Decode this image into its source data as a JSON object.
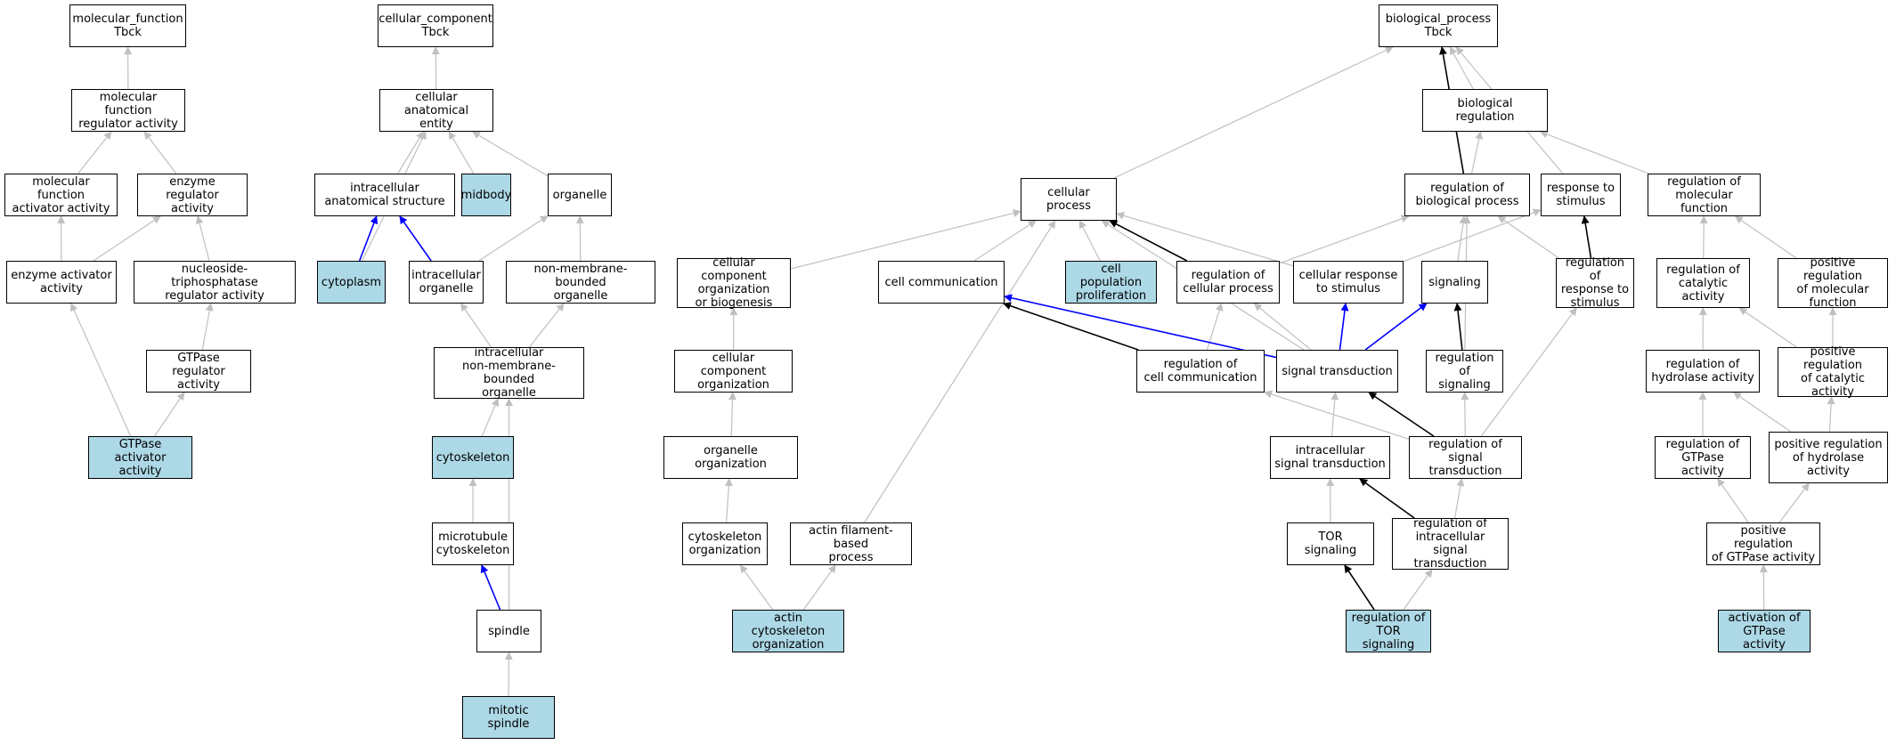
{
  "colors": {
    "highlight_fill": "#add8e6",
    "is_a_edge": "#c0c0c0",
    "regulates_edge": "#000000",
    "part_of_edge": "#0000ff"
  },
  "nodes": [
    {
      "id": "mf_root",
      "label": "molecular_function\nTbck",
      "highlighted": false
    },
    {
      "id": "mfra",
      "label": "molecular function\nregulator activity",
      "highlighted": false
    },
    {
      "id": "mfaa",
      "label": "molecular function\nactivator activity",
      "highlighted": false
    },
    {
      "id": "era",
      "label": "enzyme regulator\nactivity",
      "highlighted": false
    },
    {
      "id": "eaa",
      "label": "enzyme activator\nactivity",
      "highlighted": false
    },
    {
      "id": "ntpra",
      "label": "nucleoside-triphosphatase\nregulator activity",
      "highlighted": false
    },
    {
      "id": "gtpra",
      "label": "GTPase regulator\nactivity",
      "highlighted": false
    },
    {
      "id": "gtpaa",
      "label": "GTPase activator\nactivity",
      "highlighted": true
    },
    {
      "id": "cc_root",
      "label": "cellular_component\nTbck",
      "highlighted": false
    },
    {
      "id": "cae",
      "label": "cellular anatomical\nentity",
      "highlighted": false
    },
    {
      "id": "ias",
      "label": "intracellular\nanatomical structure",
      "highlighted": false
    },
    {
      "id": "midbody",
      "label": "midbody",
      "highlighted": true
    },
    {
      "id": "organelle",
      "label": "organelle",
      "highlighted": false
    },
    {
      "id": "cytoplasm",
      "label": "cytoplasm",
      "highlighted": true
    },
    {
      "id": "io",
      "label": "intracellular\norganelle",
      "highlighted": false
    },
    {
      "id": "nmbo",
      "label": "non-membrane-bounded\norganelle",
      "highlighted": false
    },
    {
      "id": "inmbo",
      "label": "intracellular\nnon-membrane-bounded\norganelle",
      "highlighted": false
    },
    {
      "id": "cytoskeleton",
      "label": "cytoskeleton",
      "highlighted": true
    },
    {
      "id": "mtcs",
      "label": "microtubule\ncytoskeleton",
      "highlighted": false
    },
    {
      "id": "spindle",
      "label": "spindle",
      "highlighted": false
    },
    {
      "id": "mspindle",
      "label": "mitotic spindle",
      "highlighted": true
    },
    {
      "id": "bp_root",
      "label": "biological_process\nTbck",
      "highlighted": false
    },
    {
      "id": "breg",
      "label": "biological regulation",
      "highlighted": false
    },
    {
      "id": "cp",
      "label": "cellular process",
      "highlighted": false
    },
    {
      "id": "rbp",
      "label": "regulation of\nbiological process",
      "highlighted": false
    },
    {
      "id": "rts",
      "label": "response to\nstimulus",
      "highlighted": false
    },
    {
      "id": "rmf",
      "label": "regulation of\nmolecular function",
      "highlighted": false
    },
    {
      "id": "ccob",
      "label": "cellular component\norganization\nor biogenesis",
      "highlighted": false
    },
    {
      "id": "cc",
      "label": "cell communication",
      "highlighted": false
    },
    {
      "id": "cpp",
      "label": "cell population\nproliferation",
      "highlighted": true
    },
    {
      "id": "rcp",
      "label": "regulation of\ncellular process",
      "highlighted": false
    },
    {
      "id": "crs",
      "label": "cellular response\nto stimulus",
      "highlighted": false
    },
    {
      "id": "signaling",
      "label": "signaling",
      "highlighted": false
    },
    {
      "id": "rrs",
      "label": "regulation of\nresponse to\nstimulus",
      "highlighted": false
    },
    {
      "id": "rca",
      "label": "regulation of\ncatalytic activity",
      "highlighted": false
    },
    {
      "id": "prmf",
      "label": "positive regulation\nof molecular\nfunction",
      "highlighted": false
    },
    {
      "id": "cco",
      "label": "cellular component\norganization",
      "highlighted": false
    },
    {
      "id": "rcc",
      "label": "regulation of\ncell communication",
      "highlighted": false
    },
    {
      "id": "st",
      "label": "signal transduction",
      "highlighted": false
    },
    {
      "id": "rsig",
      "label": "regulation of\nsignaling",
      "highlighted": false
    },
    {
      "id": "rha",
      "label": "regulation of\nhydrolase activity",
      "highlighted": false
    },
    {
      "id": "prca",
      "label": "positive regulation\nof catalytic\nactivity",
      "highlighted": false
    },
    {
      "id": "oo",
      "label": "organelle organization",
      "highlighted": false
    },
    {
      "id": "ist",
      "label": "intracellular\nsignal transduction",
      "highlighted": false
    },
    {
      "id": "rst",
      "label": "regulation of\nsignal transduction",
      "highlighted": false
    },
    {
      "id": "rgtpa",
      "label": "regulation of\nGTPase activity",
      "highlighted": false
    },
    {
      "id": "prha",
      "label": "positive regulation\nof hydrolase\nactivity",
      "highlighted": false
    },
    {
      "id": "cso",
      "label": "cytoskeleton\norganization",
      "highlighted": false
    },
    {
      "id": "afbp",
      "label": "actin filament-based\nprocess",
      "highlighted": false
    },
    {
      "id": "tor",
      "label": "TOR signaling",
      "highlighted": false
    },
    {
      "id": "rist",
      "label": "regulation of\nintracellular\nsignal transduction",
      "highlighted": false
    },
    {
      "id": "prgtpa",
      "label": "positive regulation\nof GTPase activity",
      "highlighted": false
    },
    {
      "id": "acso",
      "label": "actin cytoskeleton\norganization",
      "highlighted": true
    },
    {
      "id": "rtor",
      "label": "regulation of\nTOR signaling",
      "highlighted": true
    },
    {
      "id": "agtpa",
      "label": "activation of\nGTPase activity",
      "highlighted": true
    }
  ],
  "edges": [
    {
      "from": "mfra",
      "to": "mf_root",
      "type": "is_a"
    },
    {
      "from": "mfaa",
      "to": "mfra",
      "type": "is_a"
    },
    {
      "from": "era",
      "to": "mfra",
      "type": "is_a"
    },
    {
      "from": "eaa",
      "to": "mfaa",
      "type": "is_a"
    },
    {
      "from": "eaa",
      "to": "era",
      "type": "is_a"
    },
    {
      "from": "ntpra",
      "to": "era",
      "type": "is_a"
    },
    {
      "from": "gtpra",
      "to": "ntpra",
      "type": "is_a"
    },
    {
      "from": "gtpaa",
      "to": "eaa",
      "type": "is_a"
    },
    {
      "from": "gtpaa",
      "to": "gtpra",
      "type": "is_a"
    },
    {
      "from": "cae",
      "to": "cc_root",
      "type": "is_a"
    },
    {
      "from": "ias",
      "to": "cae",
      "type": "is_a"
    },
    {
      "from": "midbody",
      "to": "cae",
      "type": "is_a"
    },
    {
      "from": "organelle",
      "to": "cae",
      "type": "is_a"
    },
    {
      "from": "cytoplasm",
      "to": "cae",
      "type": "is_a"
    },
    {
      "from": "cytoplasm",
      "to": "ias",
      "type": "part_of"
    },
    {
      "from": "io",
      "to": "ias",
      "type": "part_of"
    },
    {
      "from": "io",
      "to": "organelle",
      "type": "is_a"
    },
    {
      "from": "nmbo",
      "to": "organelle",
      "type": "is_a"
    },
    {
      "from": "inmbo",
      "to": "io",
      "type": "is_a"
    },
    {
      "from": "inmbo",
      "to": "nmbo",
      "type": "is_a"
    },
    {
      "from": "cytoskeleton",
      "to": "inmbo",
      "type": "is_a"
    },
    {
      "from": "mtcs",
      "to": "cytoskeleton",
      "type": "is_a"
    },
    {
      "from": "spindle",
      "to": "mtcs",
      "type": "part_of"
    },
    {
      "from": "spindle",
      "to": "inmbo",
      "type": "is_a"
    },
    {
      "from": "mspindle",
      "to": "spindle",
      "type": "is_a"
    },
    {
      "from": "cp",
      "to": "bp_root",
      "type": "is_a"
    },
    {
      "from": "breg",
      "to": "bp_root",
      "type": "is_a"
    },
    {
      "from": "rbp",
      "to": "bp_root",
      "type": "regulates"
    },
    {
      "from": "rts",
      "to": "bp_root",
      "type": "is_a"
    },
    {
      "from": "rbp",
      "to": "breg",
      "type": "is_a"
    },
    {
      "from": "rmf",
      "to": "breg",
      "type": "is_a"
    },
    {
      "from": "ccob",
      "to": "cp",
      "type": "is_a"
    },
    {
      "from": "cc",
      "to": "cp",
      "type": "is_a"
    },
    {
      "from": "cpp",
      "to": "cp",
      "type": "is_a"
    },
    {
      "from": "rcp",
      "to": "cp",
      "type": "regulates"
    },
    {
      "from": "crs",
      "to": "cp",
      "type": "is_a"
    },
    {
      "from": "st",
      "to": "cp",
      "type": "is_a"
    },
    {
      "from": "afbp",
      "to": "cp",
      "type": "is_a"
    },
    {
      "from": "rcp",
      "to": "rbp",
      "type": "is_a"
    },
    {
      "from": "rrs",
      "to": "rbp",
      "type": "is_a"
    },
    {
      "from": "signaling",
      "to": "rbp",
      "type": "is_a"
    },
    {
      "from": "rsig",
      "to": "rbp",
      "type": "is_a"
    },
    {
      "from": "crs",
      "to": "rts",
      "type": "is_a"
    },
    {
      "from": "rrs",
      "to": "rts",
      "type": "regulates"
    },
    {
      "from": "rca",
      "to": "rmf",
      "type": "is_a"
    },
    {
      "from": "prmf",
      "to": "rmf",
      "type": "is_a"
    },
    {
      "from": "rcc",
      "to": "rcp",
      "type": "is_a"
    },
    {
      "from": "st",
      "to": "rcp",
      "type": "is_a"
    },
    {
      "from": "rcc",
      "to": "cc",
      "type": "regulates"
    },
    {
      "from": "st",
      "to": "cc",
      "type": "part_of"
    },
    {
      "from": "st",
      "to": "crs",
      "type": "part_of"
    },
    {
      "from": "st",
      "to": "signaling",
      "type": "part_of"
    },
    {
      "from": "rsig",
      "to": "signaling",
      "type": "regulates"
    },
    {
      "from": "rst",
      "to": "rcc",
      "type": "is_a"
    },
    {
      "from": "rst",
      "to": "st",
      "type": "regulates"
    },
    {
      "from": "rst",
      "to": "rsig",
      "type": "is_a"
    },
    {
      "from": "rst",
      "to": "rrs",
      "type": "is_a"
    },
    {
      "from": "ist",
      "to": "st",
      "type": "is_a"
    },
    {
      "from": "rist",
      "to": "ist",
      "type": "regulates"
    },
    {
      "from": "rist",
      "to": "rst",
      "type": "is_a"
    },
    {
      "from": "tor",
      "to": "ist",
      "type": "is_a"
    },
    {
      "from": "rtor",
      "to": "tor",
      "type": "regulates"
    },
    {
      "from": "rtor",
      "to": "rist",
      "type": "is_a"
    },
    {
      "from": "cco",
      "to": "ccob",
      "type": "is_a"
    },
    {
      "from": "oo",
      "to": "cco",
      "type": "is_a"
    },
    {
      "from": "cso",
      "to": "oo",
      "type": "is_a"
    },
    {
      "from": "acso",
      "to": "cso",
      "type": "is_a"
    },
    {
      "from": "acso",
      "to": "afbp",
      "type": "is_a"
    },
    {
      "from": "rha",
      "to": "rca",
      "type": "is_a"
    },
    {
      "from": "prca",
      "to": "rca",
      "type": "is_a"
    },
    {
      "from": "prca",
      "to": "prmf",
      "type": "is_a"
    },
    {
      "from": "rgtpa",
      "to": "rha",
      "type": "is_a"
    },
    {
      "from": "prha",
      "to": "rha",
      "type": "is_a"
    },
    {
      "from": "prha",
      "to": "prca",
      "type": "is_a"
    },
    {
      "from": "prgtpa",
      "to": "rgtpa",
      "type": "is_a"
    },
    {
      "from": "prgtpa",
      "to": "prha",
      "type": "is_a"
    },
    {
      "from": "agtpa",
      "to": "prgtpa",
      "type": "is_a"
    }
  ]
}
